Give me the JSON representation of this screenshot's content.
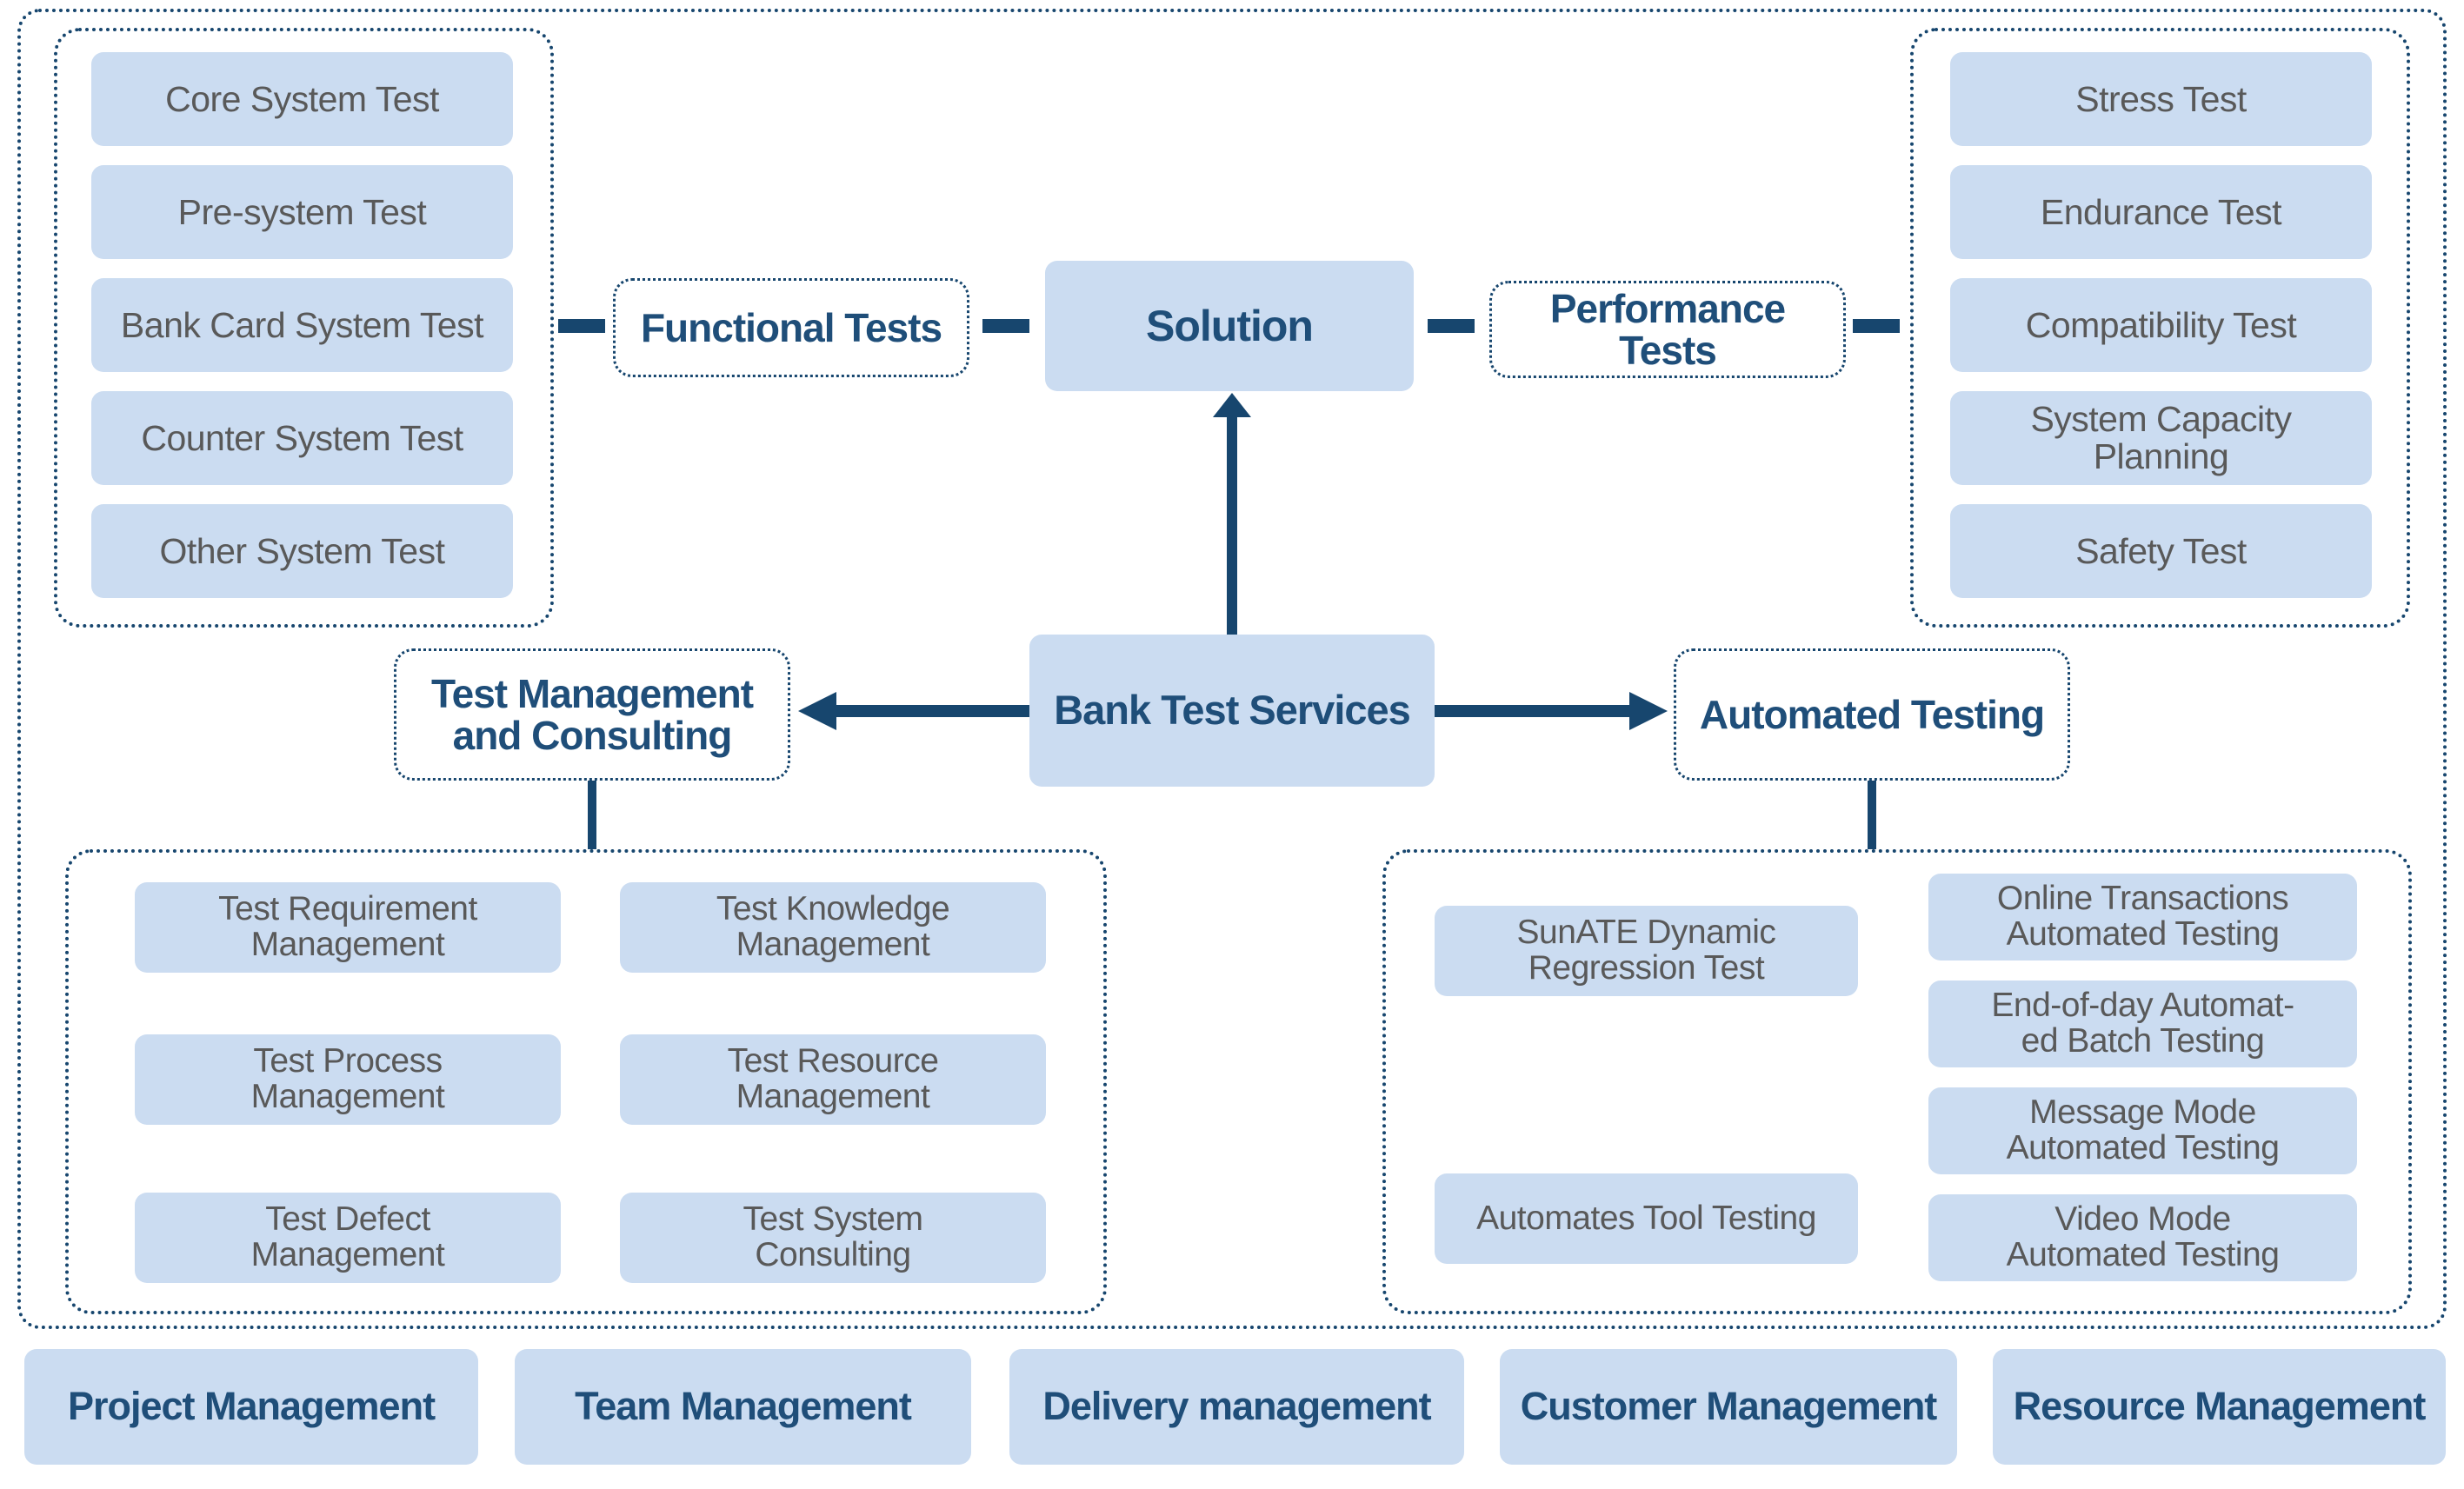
{
  "solution": {
    "label": "Solution"
  },
  "bank_test_services": {
    "label": "Bank Test Services"
  },
  "functional_tests": {
    "label": "Functional Tests",
    "items": [
      "Core System Test",
      "Pre-system Test",
      "Bank Card System Test",
      "Counter System Test",
      "Other System Test"
    ]
  },
  "performance_tests": {
    "label": "Performance\nTests",
    "items": [
      "Stress Test",
      "Endurance Test",
      "Compatibility Test",
      "System Capacity\nPlanning",
      "Safety Test"
    ]
  },
  "test_management": {
    "label": "Test Management\nand Consulting",
    "items": [
      "Test Requirement\nManagement",
      "Test Knowledge\nManagement",
      "Test Process\nManagement",
      "Test Resource\nManagement",
      "Test Defect\nManagement",
      "Test System\nConsulting"
    ]
  },
  "automated_testing": {
    "label": "Automated Testing",
    "left_items": [
      "SunATE Dynamic\nRegression Test",
      "Automates Tool Testing"
    ],
    "right_items": [
      "Online Transactions\nAutomated Testing",
      "End-of-day Automat-\ned Batch Testing",
      "Message Mode\nAutomated Testing",
      "Video Mode\nAutomated Testing"
    ]
  },
  "bottom_row": [
    "Project Management",
    "Team Management",
    "Delivery management",
    "Customer Management",
    "Resource Management"
  ],
  "colors": {
    "navy_text": "#1f4e79",
    "line_navy": "#17466e",
    "box_fill": "#cbdcf1",
    "gray_text": "#595959"
  }
}
